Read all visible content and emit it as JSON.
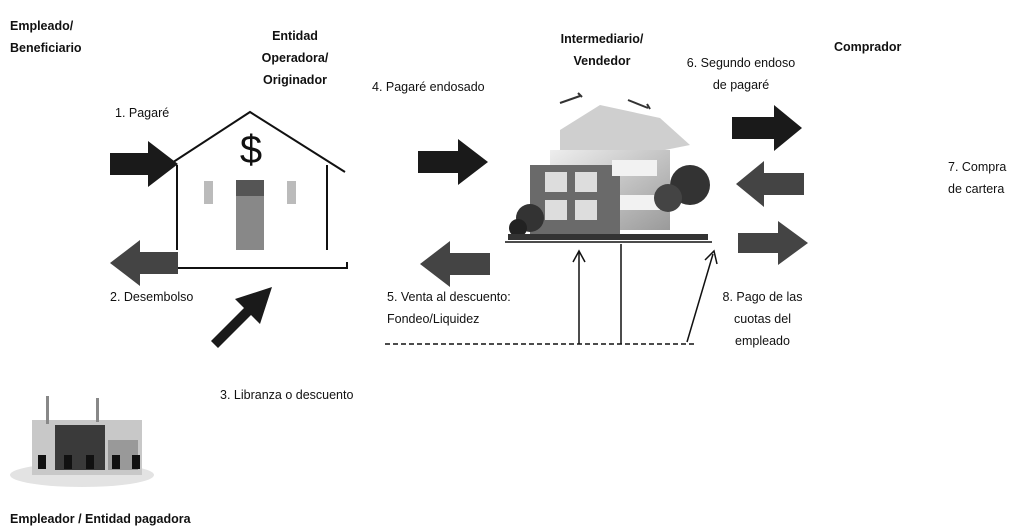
{
  "actors": {
    "empleado": [
      "Empleado/",
      "Beneficiario"
    ],
    "entidad": [
      "Entidad",
      "Operadora/",
      "Originador"
    ],
    "intermediario": [
      "Intermediario/",
      "Vendedor"
    ],
    "comprador": "Comprador",
    "empleador": "Empleador / Entidad pagadora"
  },
  "steps": {
    "s1": "1. Pagaré",
    "s2": "2. Desembolso",
    "s3": "3. Libranza o descuento",
    "s4": "4. Pagaré endosado",
    "s5": [
      "5. Venta al descuento:",
      "Fondeo/Liquidez"
    ],
    "s6": [
      "6. Segundo endoso",
      "de pagaré"
    ],
    "s7": [
      "7. Compra",
      "de cartera"
    ],
    "s8": [
      "8. Pago de las",
      "cuotas del",
      "empleado"
    ]
  },
  "icons": {
    "bank": "$"
  }
}
